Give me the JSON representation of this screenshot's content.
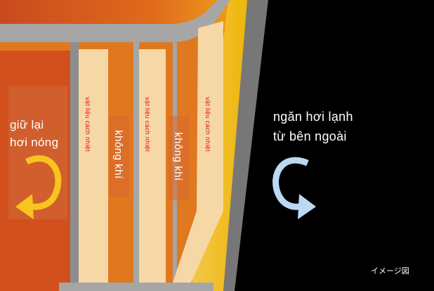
{
  "inner_label": [
    "giữ lại",
    "hơi nóng"
  ],
  "outer_label": [
    "ngăn hơi lạnh",
    "từ bên ngoài"
  ],
  "insulation_label": "vật liệu cách nhiệt",
  "air_label": "không khí",
  "caption": "イメージ図",
  "colors": {
    "warm_inner": "#d2501e",
    "orange_layer": "#e0781f",
    "insulation": "#f6d8a6",
    "frame_gray": "#a6a6a6",
    "yellow_shell": "#f1bb0e",
    "dark_gray_edge": "#777777",
    "outside": "#000000",
    "arrow_warm": "#f7c51e",
    "arrow_cold": "#bcd9f3",
    "label_red": "#e01010"
  },
  "icons": {
    "warm_arrow": "curved-arrow-icon",
    "cold_arrow": "curved-arrow-icon"
  }
}
